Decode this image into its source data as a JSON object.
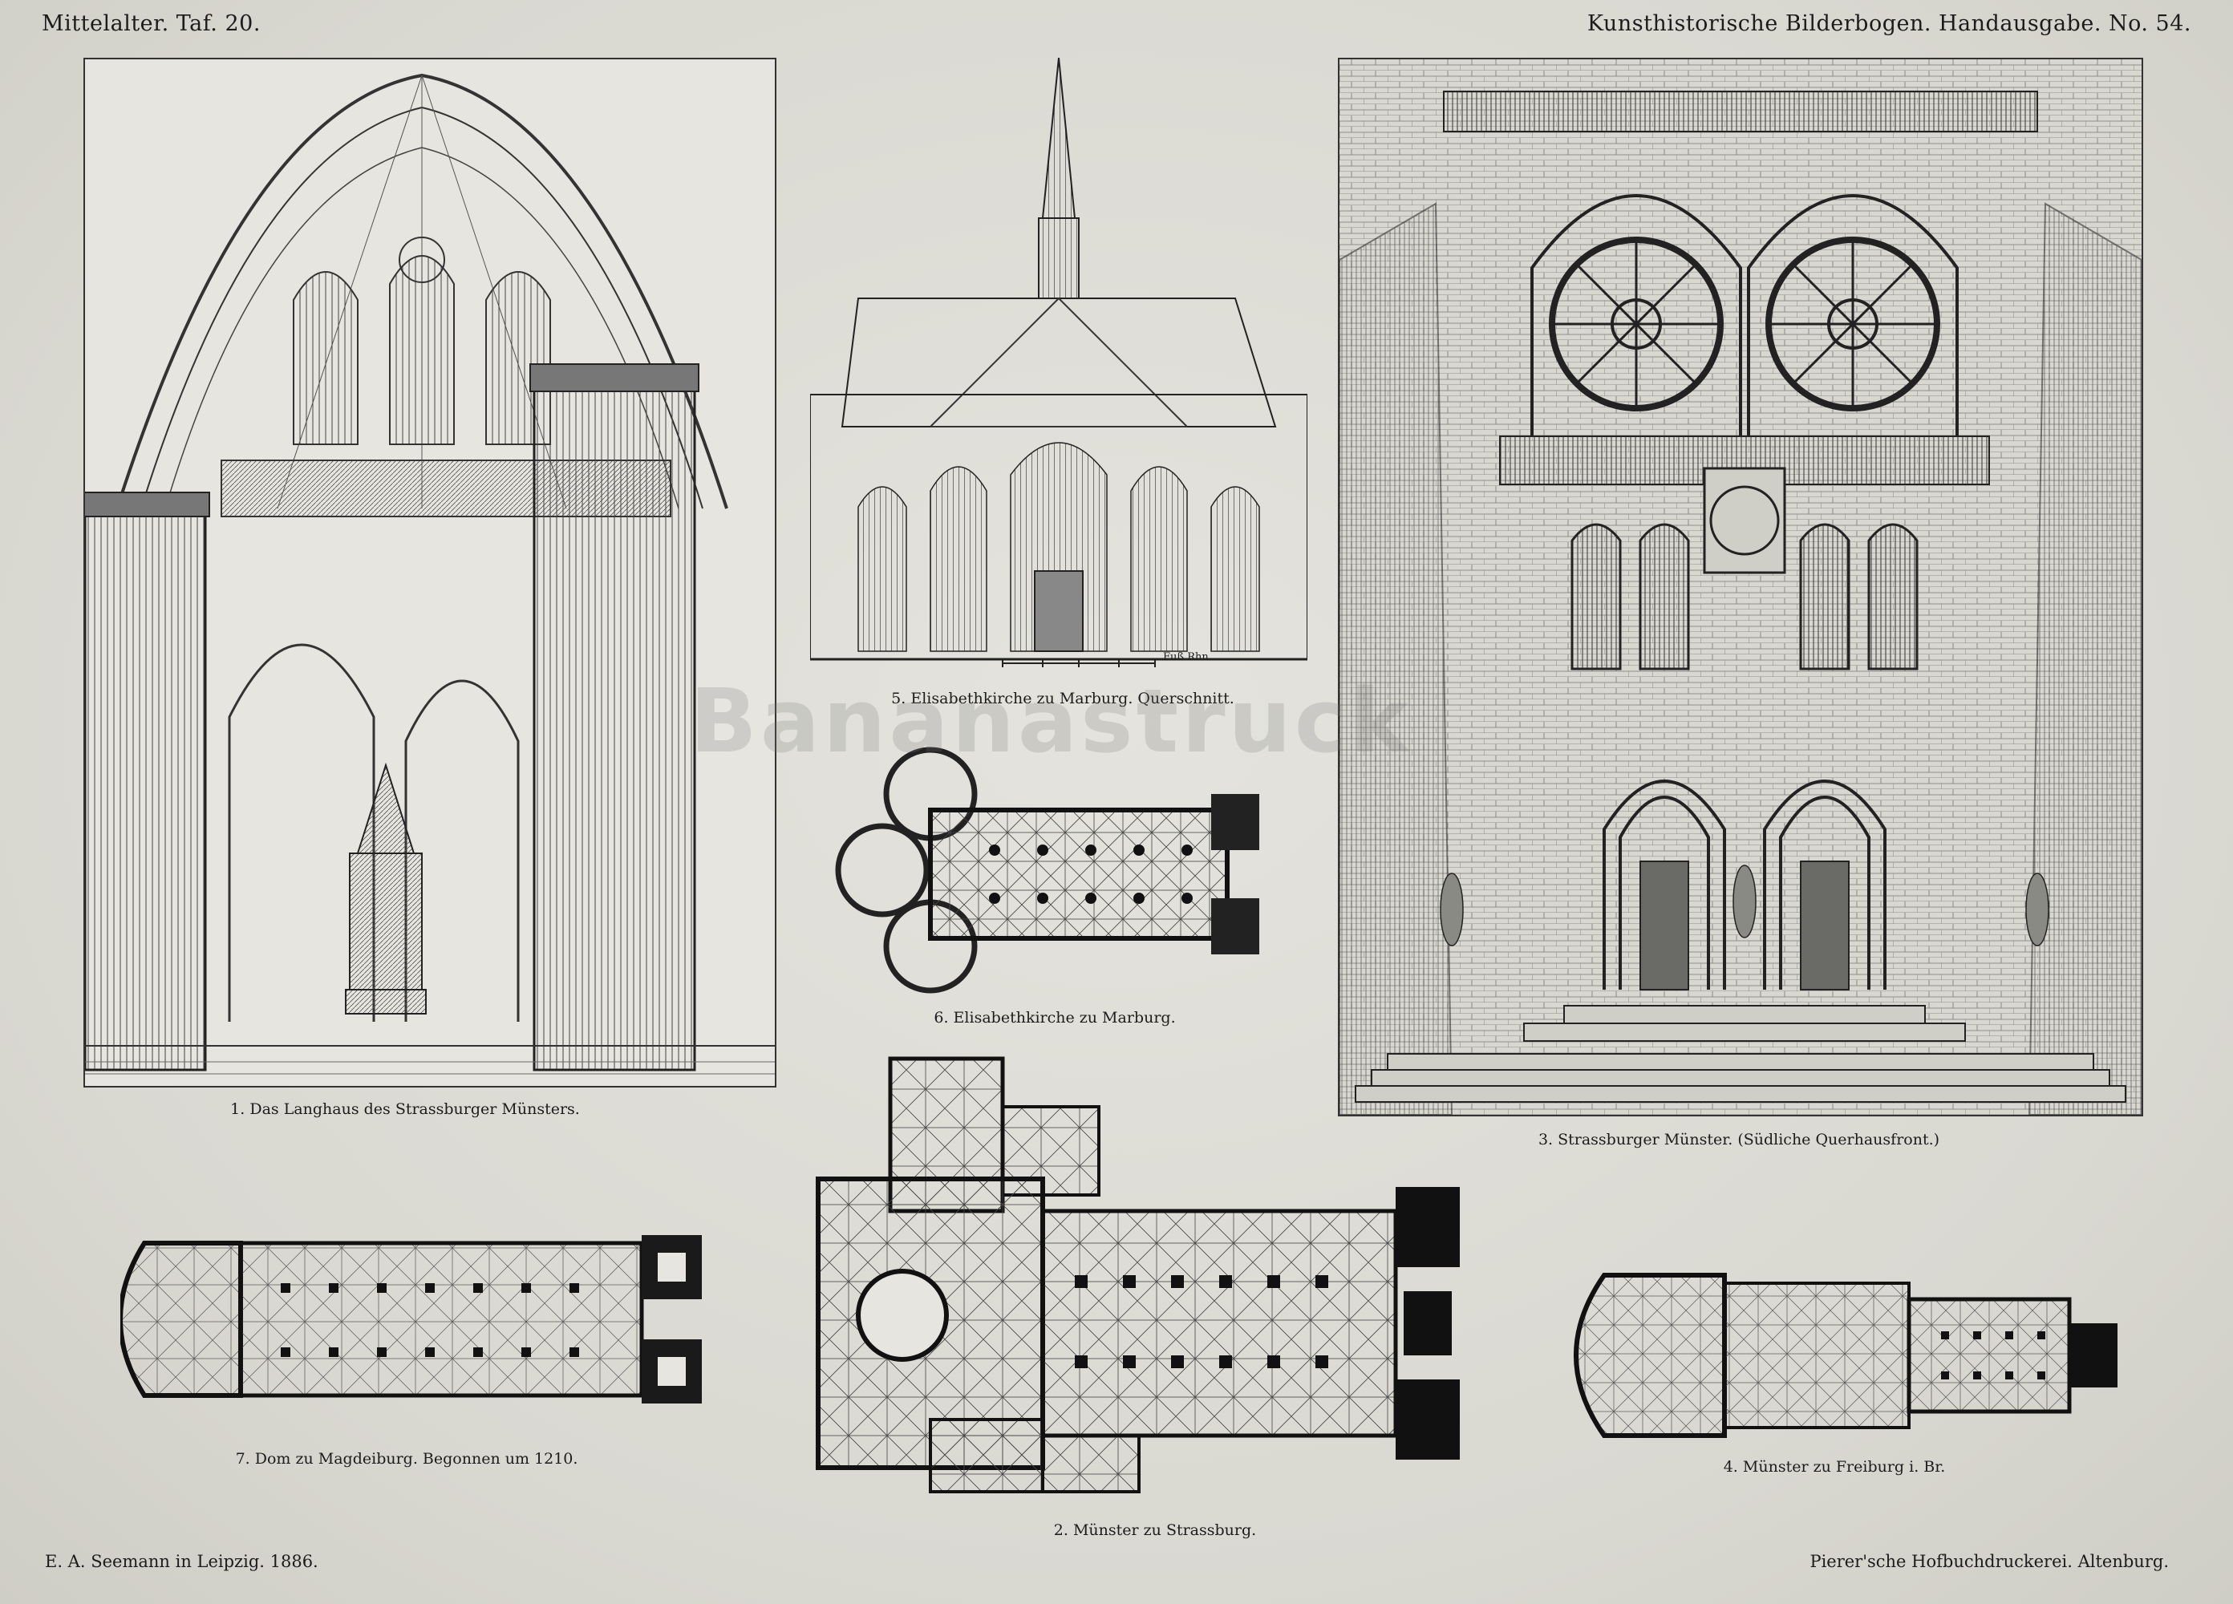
{
  "header": {
    "left": "Mittelalter.  Taf. 20.",
    "right": "Kunsthistorische Bilderbogen.  Handausgabe.  No. 54."
  },
  "footer": {
    "left": "E. A. Seemann in Leipzig.  1886.",
    "right": "Pierer'sche Hofbuchdruckerei.  Altenburg."
  },
  "figures": {
    "fig1": "1. Das Langhaus des Strassburger Münsters.",
    "fig2": "2. Münster zu Strassburg.",
    "fig3": "3. Strassburger Münster.  (Südliche Querhausfront.)",
    "fig4": "4. Münster zu Freiburg i. Br.",
    "fig5": "5. Elisabethkirche zu Marburg.  Querschnitt.",
    "fig6": "6. Elisabethkirche zu Marburg.",
    "fig7": "7. Dom zu Magdeiburg.  Begonnen um 1210."
  },
  "scale_bar_label": "Fuß Rhn.",
  "watermark": "Bananastruck"
}
